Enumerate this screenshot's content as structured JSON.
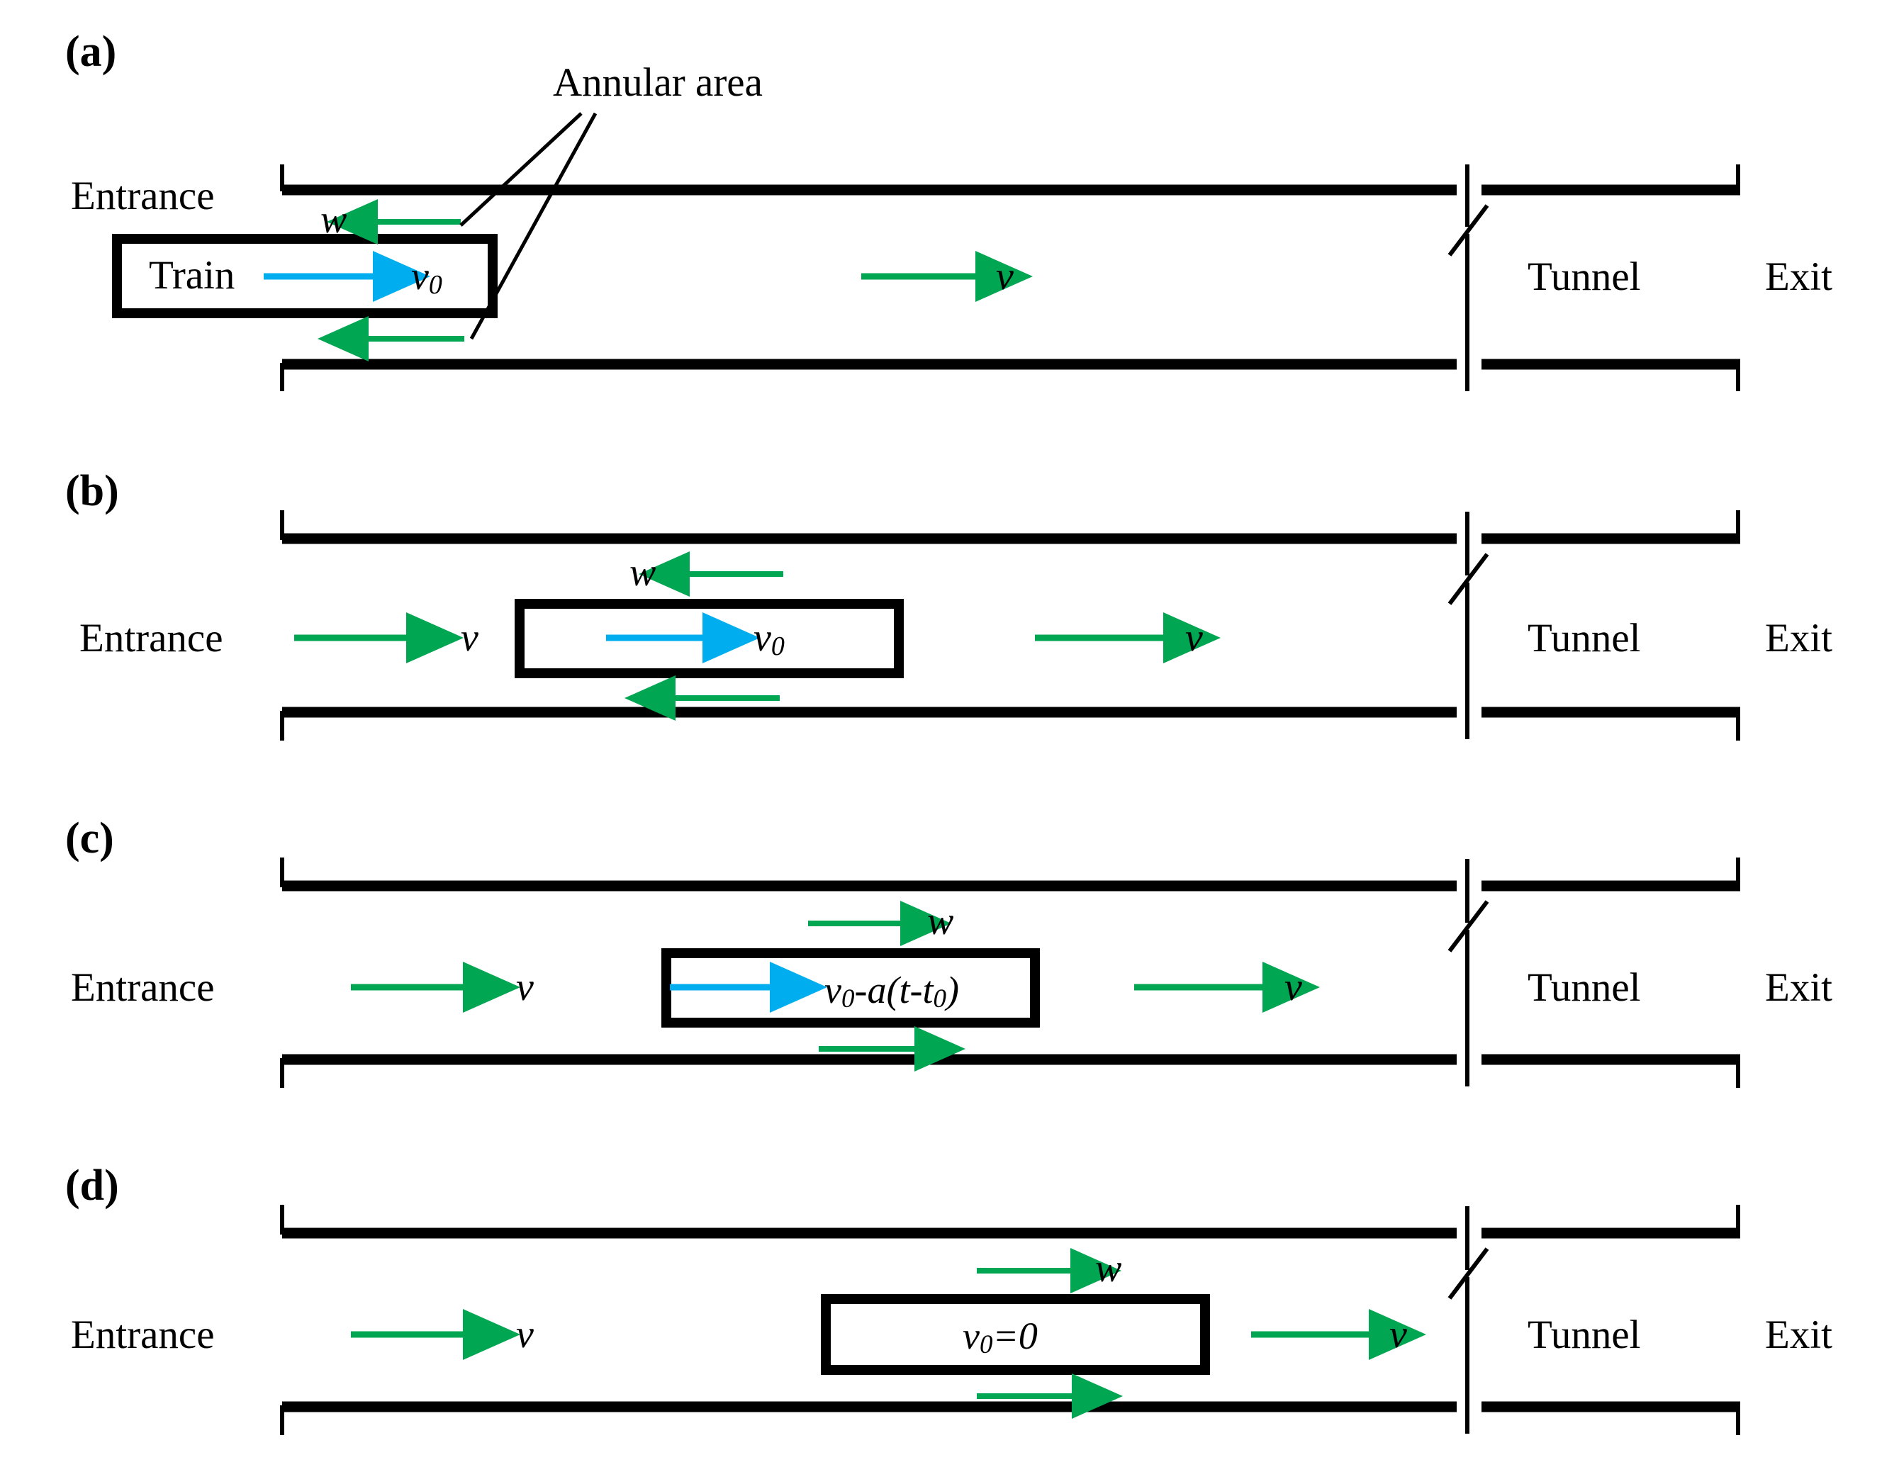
{
  "figure": {
    "type": "schematic-diagram",
    "subject": "Train moving through a tunnel - annular area airflow stages",
    "colors": {
      "stroke": "#000000",
      "green_arrow": "#00A651",
      "cyan_arrow": "#00AEEF",
      "background": "#FFFFFF"
    }
  },
  "annotation": {
    "annular_area_label": "Annular area"
  },
  "common": {
    "entrance_label": "Entrance",
    "tunnel_label": "Tunnel",
    "exit_label": "Exit",
    "wall_wave_symbol": "w",
    "air_velocity_symbol": "v"
  },
  "panels": [
    {
      "id": "a",
      "label": "(a)",
      "entrance_label": "Entrance",
      "tunnel_label": "Tunnel",
      "exit_label": "Exit",
      "train_box": {
        "text": "Train",
        "speed_symbol": "v",
        "speed_subscript": "0",
        "has_inner_cyan_arrow": true
      },
      "arrows": [
        {
          "name": "top-annular-arrow",
          "label": "w",
          "direction": "left",
          "color": "#00A651"
        },
        {
          "name": "bottom-annular-arrow",
          "label": "",
          "direction": "left",
          "color": "#00A651"
        },
        {
          "name": "downstream-air-arrow",
          "label": "v",
          "direction": "right",
          "color": "#00A651"
        },
        {
          "name": "train-velocity-arrow",
          "label": "v0",
          "direction": "right",
          "color": "#00AEEF"
        }
      ],
      "has_entrance_inflow_arrow": false,
      "has_annular_leader_lines": true
    },
    {
      "id": "b",
      "label": "(b)",
      "entrance_label": "Entrance",
      "tunnel_label": "Tunnel",
      "exit_label": "Exit",
      "train_box": {
        "text": "",
        "speed_symbol": "v",
        "speed_subscript": "0",
        "has_inner_cyan_arrow": true
      },
      "arrows": [
        {
          "name": "entrance-inflow-arrow",
          "label": "v",
          "direction": "right",
          "color": "#00A651"
        },
        {
          "name": "top-annular-arrow",
          "label": "w",
          "direction": "left",
          "color": "#00A651"
        },
        {
          "name": "bottom-annular-arrow",
          "label": "",
          "direction": "left",
          "color": "#00A651"
        },
        {
          "name": "downstream-air-arrow",
          "label": "v",
          "direction": "right",
          "color": "#00A651"
        },
        {
          "name": "train-velocity-arrow",
          "label": "v0",
          "direction": "right",
          "color": "#00AEEF"
        }
      ],
      "has_entrance_inflow_arrow": true,
      "has_annular_leader_lines": false
    },
    {
      "id": "c",
      "label": "(c)",
      "entrance_label": "Entrance",
      "tunnel_label": "Tunnel",
      "exit_label": "Exit",
      "train_box": {
        "text": "",
        "formula": "v0-a(t-t0)",
        "formula_parts": {
          "v": "v",
          "v_sub": "0",
          "minus": "-",
          "a": "a",
          "open": "(",
          "t": "t",
          "minus2": "-",
          "t2": "t",
          "t_sub": "0",
          "close": ")"
        },
        "has_inner_cyan_arrow": true
      },
      "arrows": [
        {
          "name": "entrance-inflow-arrow",
          "label": "v",
          "direction": "right",
          "color": "#00A651"
        },
        {
          "name": "top-annular-arrow",
          "label": "w",
          "direction": "right",
          "color": "#00A651"
        },
        {
          "name": "bottom-annular-arrow",
          "label": "",
          "direction": "right",
          "color": "#00A651"
        },
        {
          "name": "downstream-air-arrow",
          "label": "v",
          "direction": "right",
          "color": "#00A651"
        },
        {
          "name": "train-velocity-arrow",
          "label": "",
          "direction": "right",
          "color": "#00AEEF"
        }
      ],
      "has_entrance_inflow_arrow": true,
      "has_annular_leader_lines": false
    },
    {
      "id": "d",
      "label": "(d)",
      "entrance_label": "Entrance",
      "tunnel_label": "Tunnel",
      "exit_label": "Exit",
      "train_box": {
        "text": "",
        "formula": "v0=0",
        "formula_parts": {
          "v": "v",
          "v_sub": "0",
          "eq": "=",
          "zero": "0"
        },
        "has_inner_cyan_arrow": false
      },
      "arrows": [
        {
          "name": "entrance-inflow-arrow",
          "label": "v",
          "direction": "right",
          "color": "#00A651"
        },
        {
          "name": "top-annular-arrow",
          "label": "w",
          "direction": "right",
          "color": "#00A651"
        },
        {
          "name": "bottom-annular-arrow",
          "label": "",
          "direction": "right",
          "color": "#00A651"
        },
        {
          "name": "downstream-air-arrow",
          "label": "v",
          "direction": "right",
          "color": "#00A651"
        }
      ],
      "has_entrance_inflow_arrow": true,
      "has_annular_leader_lines": false
    }
  ]
}
